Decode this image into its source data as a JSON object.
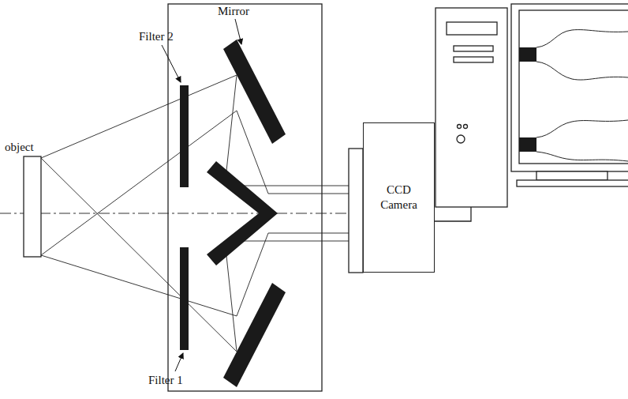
{
  "diagram": {
    "nodes": [
      {
        "text": [
          "CCD Camera"
        ]
      }
    ],
    "labels": [
      "Mirror",
      "Filter 2",
      "object",
      "Filter 1"
    ]
  }
}
